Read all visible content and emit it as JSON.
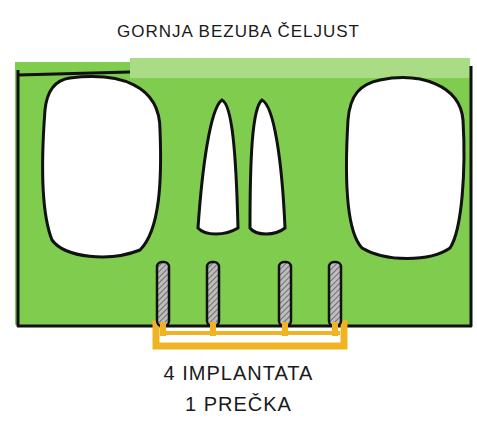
{
  "diagram": {
    "title": "GORNJA BEZUBA ČELJUST",
    "labels": [
      "4 IMPLANTATA",
      "1 PREČKA"
    ]
  }
}
